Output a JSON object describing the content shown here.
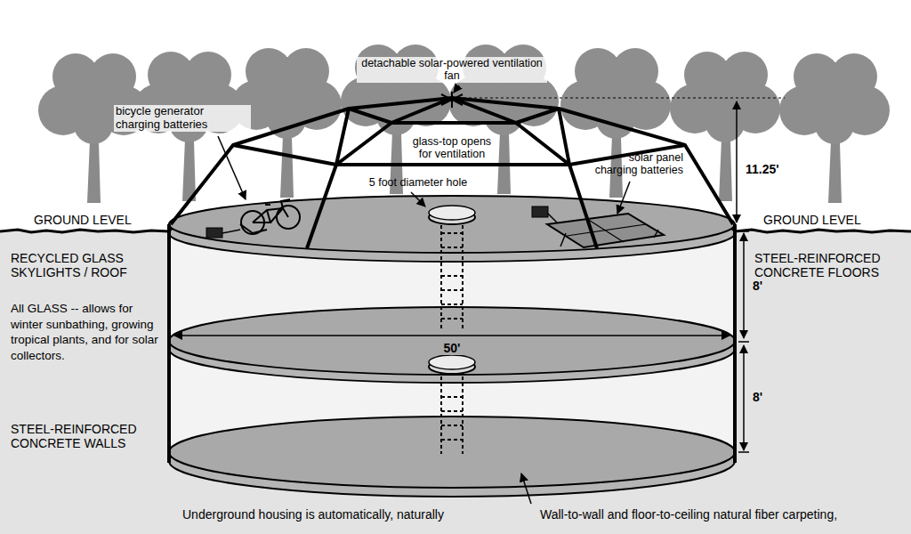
{
  "diagram": {
    "labels": [
      "detachable solar-powered ventilation fan",
      "bicycle generator charging batteries",
      "glass-top opens for ventilation",
      "solar panel charging batteries",
      "5 foot diameter hole",
      "11.25'",
      "GROUND LEVEL",
      "GROUND LEVEL",
      "RECYCLED GLASS SKYLIGHTS / ROOF",
      "All GLASS -- allows for winter sunbathing, growing tropical plants, and for solar collectors.",
      "STEEL-REINFORCED CONCRETE WALLS",
      "STEEL-REINFORCED CONCRETE FLOORS",
      "8'",
      "8'",
      "50'",
      "Underground housing is automatically, naturally",
      "Wall-to-wall and floor-to-ceiling natural fiber carpeting,"
    ]
  }
}
